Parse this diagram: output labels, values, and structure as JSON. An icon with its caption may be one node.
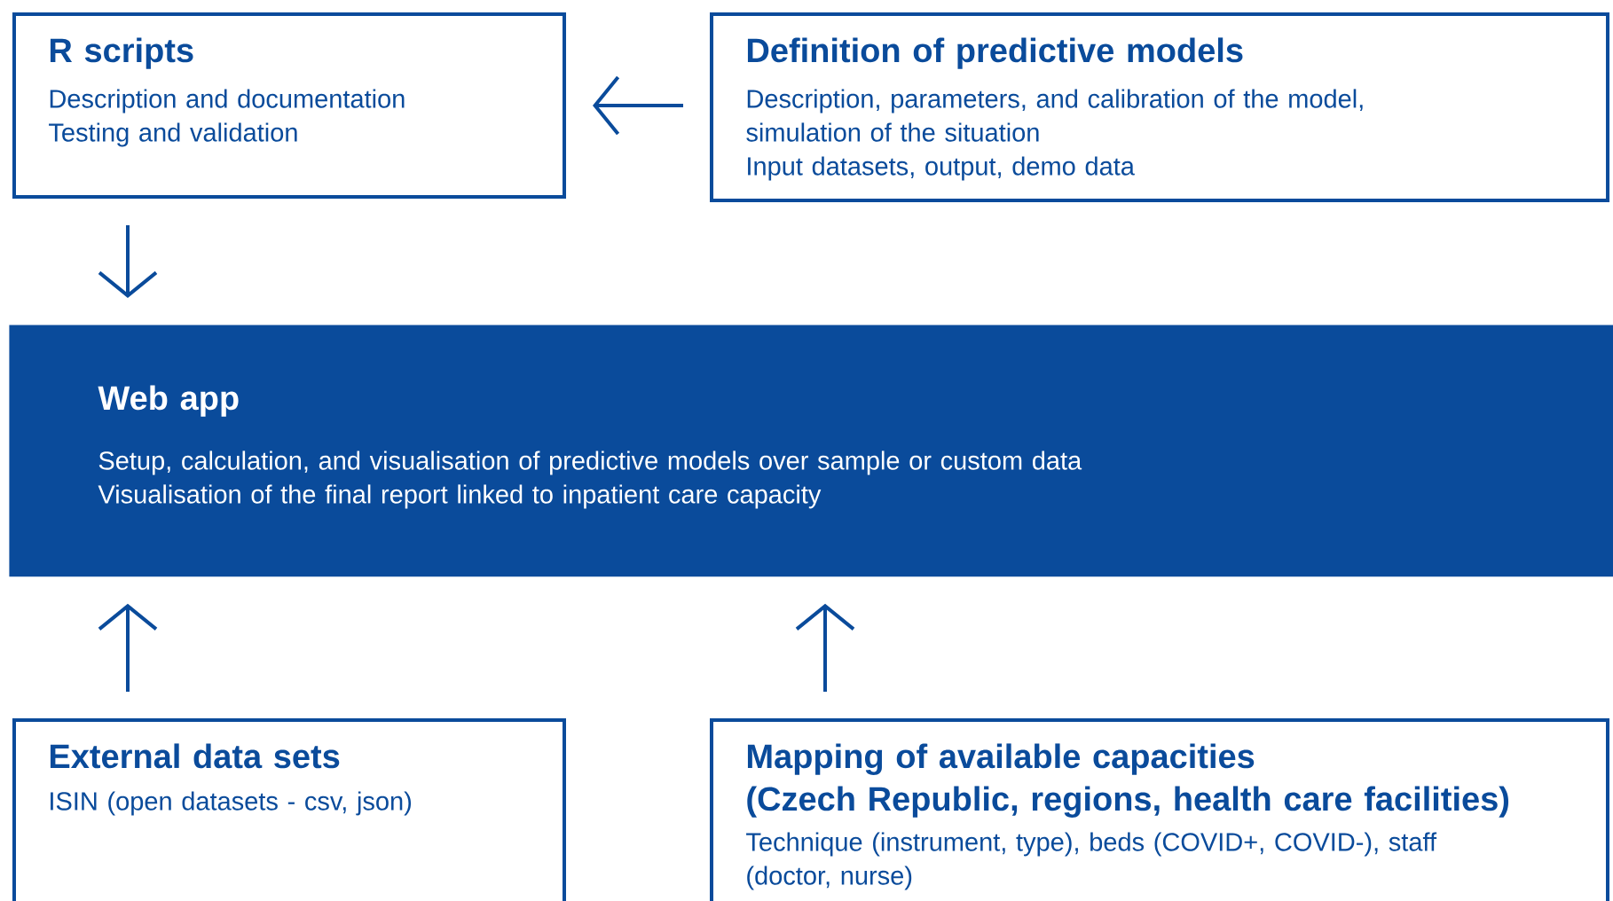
{
  "diagram": {
    "nodes": [
      {
        "text": [
          "R scripts",
          "Description and documentation",
          "Testing and validation"
        ]
      },
      {
        "text": [
          "Definition of predictive models",
          "Description, parameters, and calibration of the model, simulation of the situation",
          "Input datasets, output, demo data"
        ]
      },
      {
        "text": [
          "Web app",
          "Setup, calculation, and visualisation of predictive models over sample or custom data",
          "Visualisation of the final report linked to inpatient care capacity"
        ]
      },
      {
        "text": [
          "External data sets",
          "ISIN (open datasets - csv, json)"
        ]
      },
      {
        "text": [
          "Mapping of available capacities",
          "(Czech Republic, regions, health care facilities)",
          "Technique (instrument, type), beds (COVID+, COVID-), staff (doctor, nurse)"
        ]
      }
    ],
    "edges": [
      {
        "from": 1,
        "to": 0,
        "arrow": "to"
      },
      {
        "from": 0,
        "to": 2,
        "arrow": "to"
      },
      {
        "from": 3,
        "to": 2,
        "arrow": "to"
      },
      {
        "from": 4,
        "to": 2,
        "arrow": "to"
      }
    ]
  }
}
